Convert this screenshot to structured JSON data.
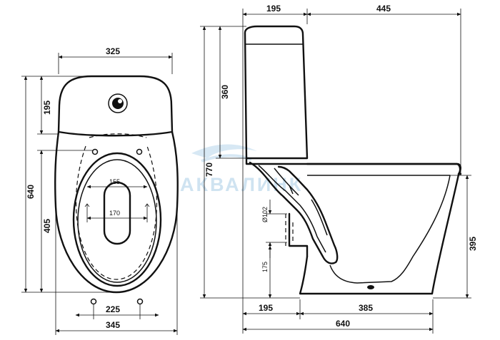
{
  "watermark": {
    "text": "АКВАЛИНК",
    "color": "#cfe3f1"
  },
  "top_view": {
    "dims": {
      "tank_width": "325",
      "tank_depth": "195",
      "total_length": "640",
      "bowl_length": "405",
      "fixing_holes": "225",
      "bowl_width": "345",
      "inner_155": "155",
      "inner_170": "170"
    }
  },
  "side_view": {
    "dims": {
      "tank_offset": "195",
      "bowl_reach": "445",
      "tank_height": "360",
      "total_height": "770",
      "outlet_diameter": "Ø102",
      "outlet_height": "175",
      "seat_height": "395",
      "base_offset": "195",
      "base_length": "385",
      "total_depth": "640"
    }
  }
}
